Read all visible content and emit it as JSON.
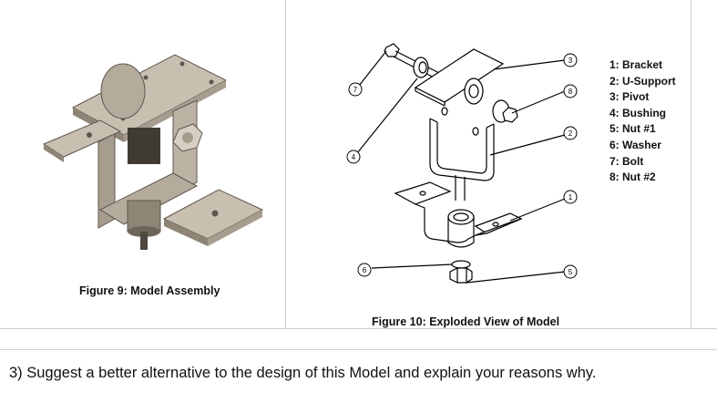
{
  "figure_left": {
    "caption": "Figure 9: Model Assembly"
  },
  "figure_right": {
    "caption": "Figure 10: Exploded View of Model",
    "callouts": [
      "1",
      "2",
      "3",
      "4",
      "5",
      "6",
      "7",
      "8"
    ]
  },
  "legend": {
    "items": [
      "1: Bracket",
      "2: U-Support",
      "3: Pivot",
      "4: Bushing",
      "5: Nut #1",
      "6: Washer",
      "7: Bolt",
      "8: Nut #2"
    ]
  },
  "question": {
    "text": "3)  Suggest a better alternative to the design of this Model and explain your reasons why."
  },
  "colors": {
    "metal": "#c9bfb1",
    "metal_shade": "#8f8576",
    "metal_dark": "#5e564c",
    "line": "#000000",
    "grid": "#cfcfcf"
  }
}
